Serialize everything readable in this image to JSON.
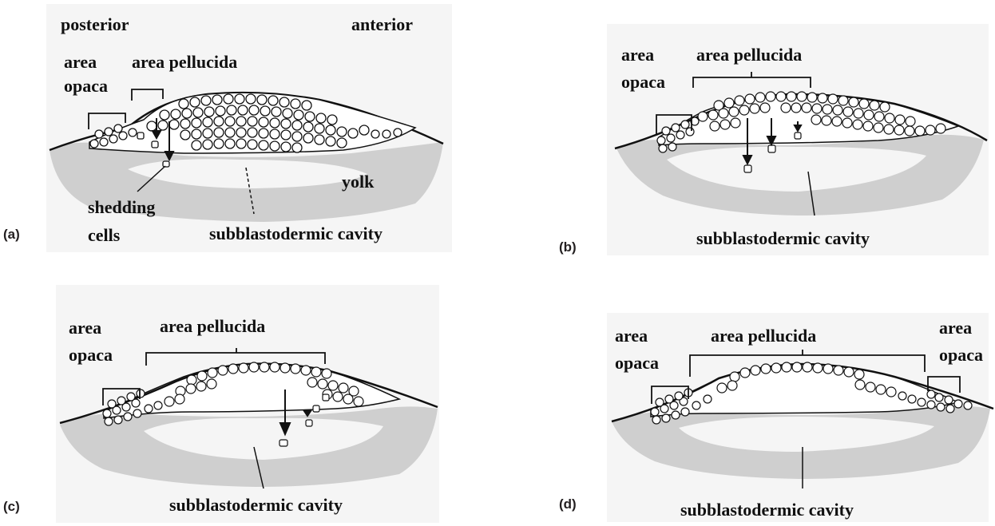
{
  "panels": {
    "a": {
      "letter": "(a)",
      "posterior": "posterior",
      "anterior": "anterior",
      "area_top": "area",
      "opaca": "opaca",
      "area_pellucida": "area pellucida",
      "yolk": "yolk",
      "shedding": "shedding",
      "cells": "cells",
      "cavity": "subblastodermic cavity"
    },
    "b": {
      "letter": "(b)",
      "area_top": "area",
      "opaca": "opaca",
      "area_pellucida": "area pellucida",
      "cavity": "subblastodermic cavity"
    },
    "c": {
      "letter": "(c)",
      "area_top": "area",
      "opaca": "opaca",
      "area_pellucida": "area pellucida",
      "cavity": "subblastodermic cavity"
    },
    "d": {
      "letter": "(d)",
      "area_top_left": "area",
      "opaca_left": "opaca",
      "area_pellucida": "area pellucida",
      "area_top_right": "area",
      "opaca_right": "opaca",
      "cavity": "subblastodermic cavity"
    }
  },
  "colors": {
    "yolk_gray": "#cfcfcf",
    "panel_bg": "#f5f5f5",
    "ink": "#111111"
  }
}
